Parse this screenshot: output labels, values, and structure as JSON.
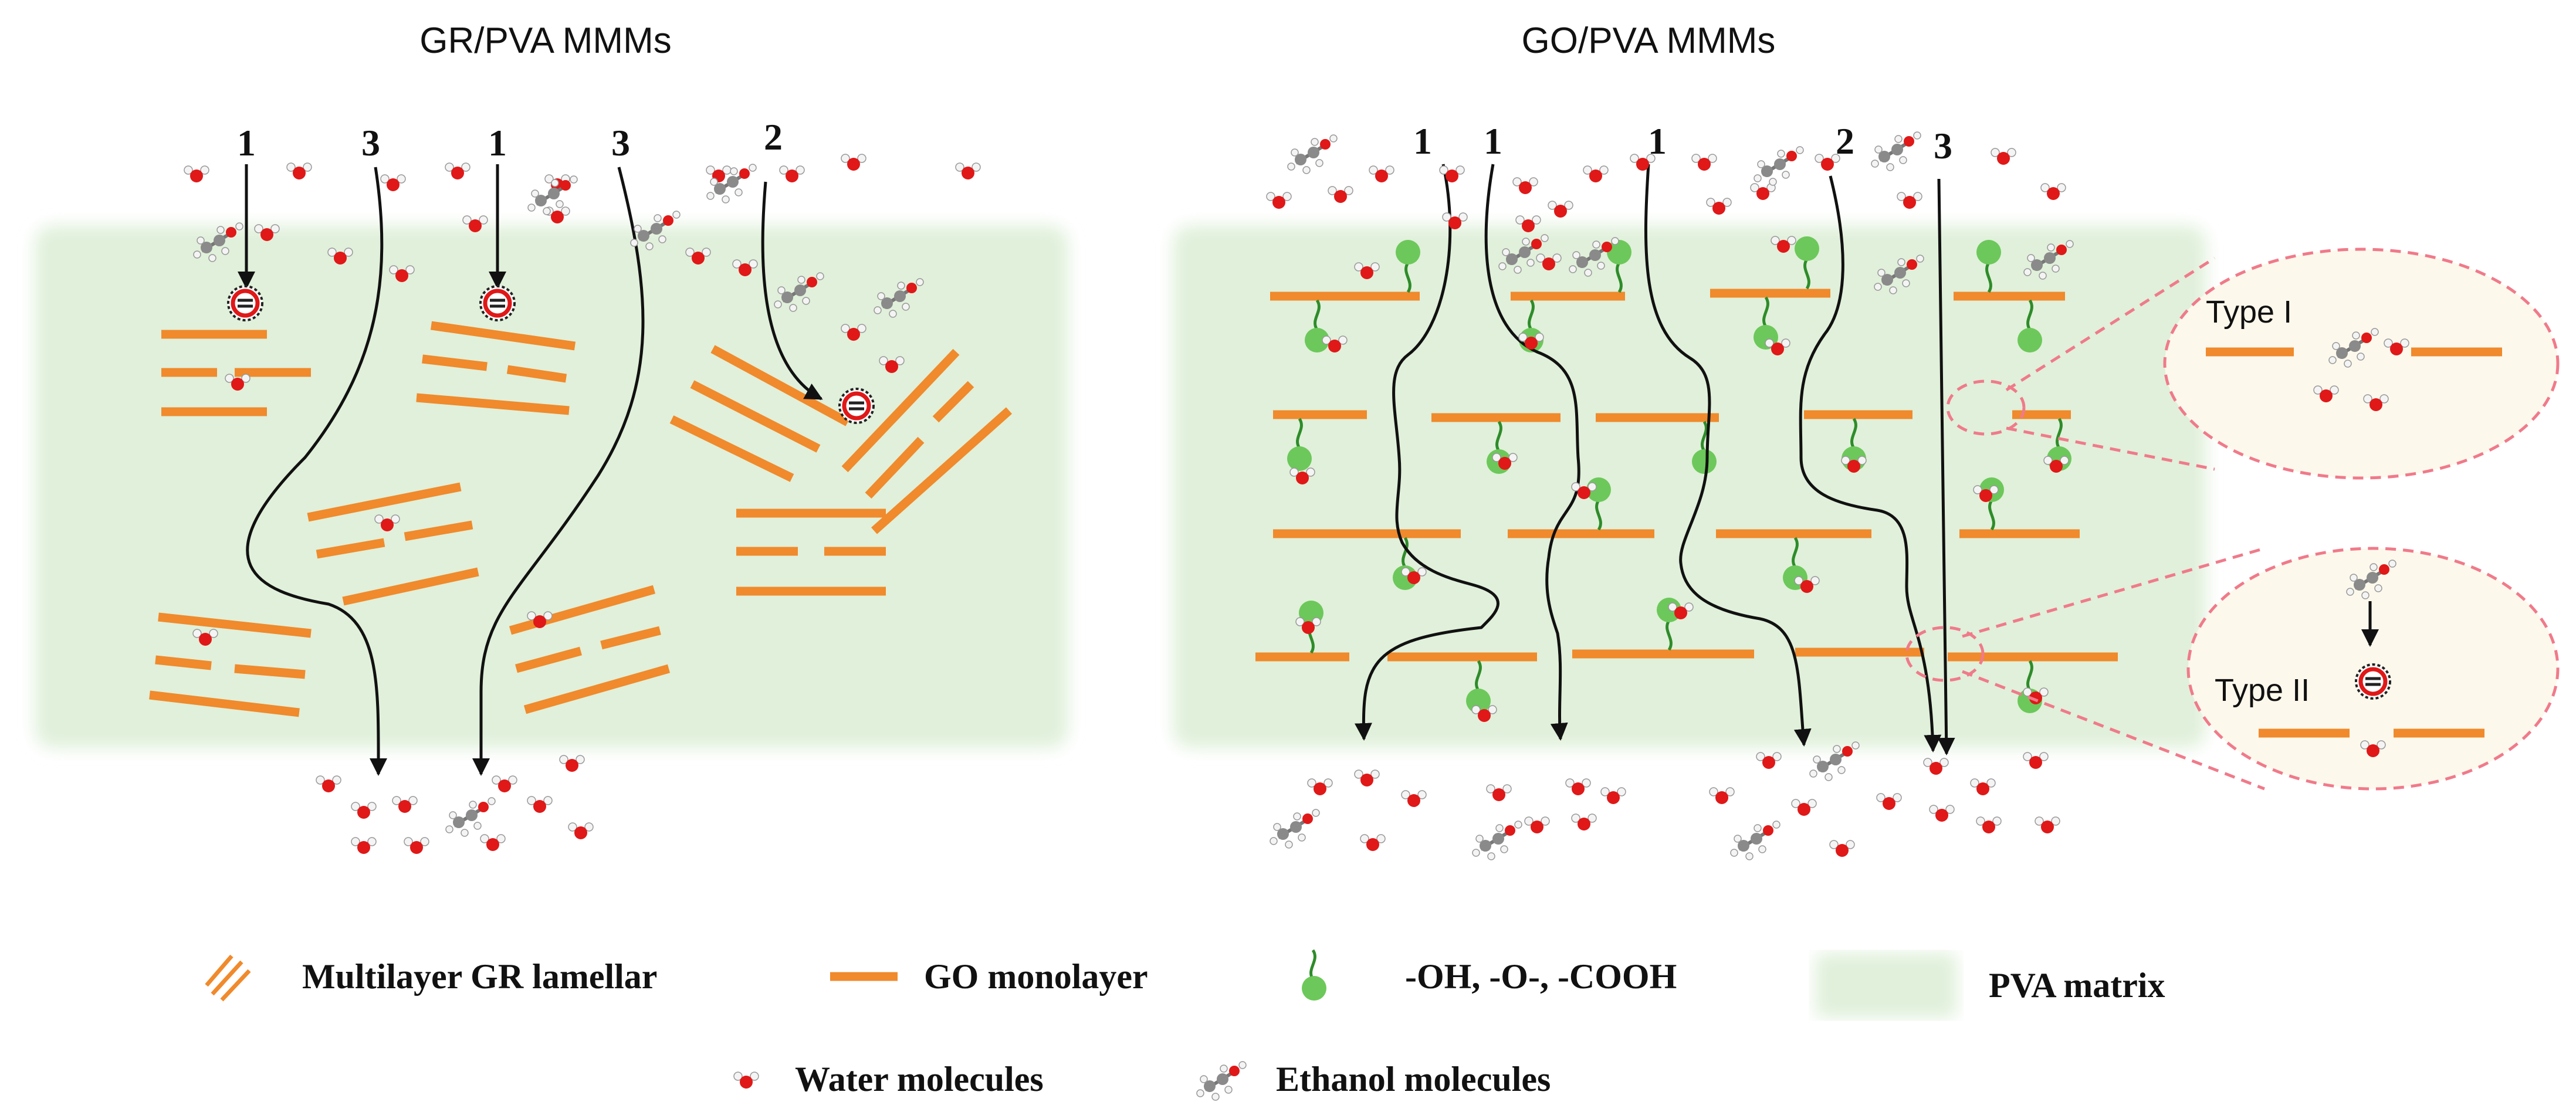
{
  "panels": {
    "left_title": "GR/PVA MMMs",
    "right_title": "GO/PVA MMMs"
  },
  "path_numbers": {
    "left": [
      "1",
      "3",
      "1",
      "3",
      "2"
    ],
    "right": [
      "1",
      "1",
      "1",
      "2",
      "3"
    ]
  },
  "zoom": {
    "type1": "Type  I",
    "type2": "Type  II"
  },
  "legend": {
    "gr": "Multilayer GR lamellar",
    "go": "GO monolayer",
    "groups": "-OH, -O-, -COOH",
    "pva": "PVA matrix",
    "water": "Water molecules",
    "ethanol": "Ethanol molecules"
  },
  "icons": [
    "water-molecule-icon",
    "ethanol-molecule-icon",
    "blocked-icon",
    "functional-group-icon"
  ],
  "colors": {
    "sheet": "#f08a2c",
    "pva": "#e0f0da",
    "group": "#6cc85a",
    "zoom_border": "#f07a8a",
    "zoom_fill": "#fdf8ec",
    "oxygen": "#e01818"
  }
}
